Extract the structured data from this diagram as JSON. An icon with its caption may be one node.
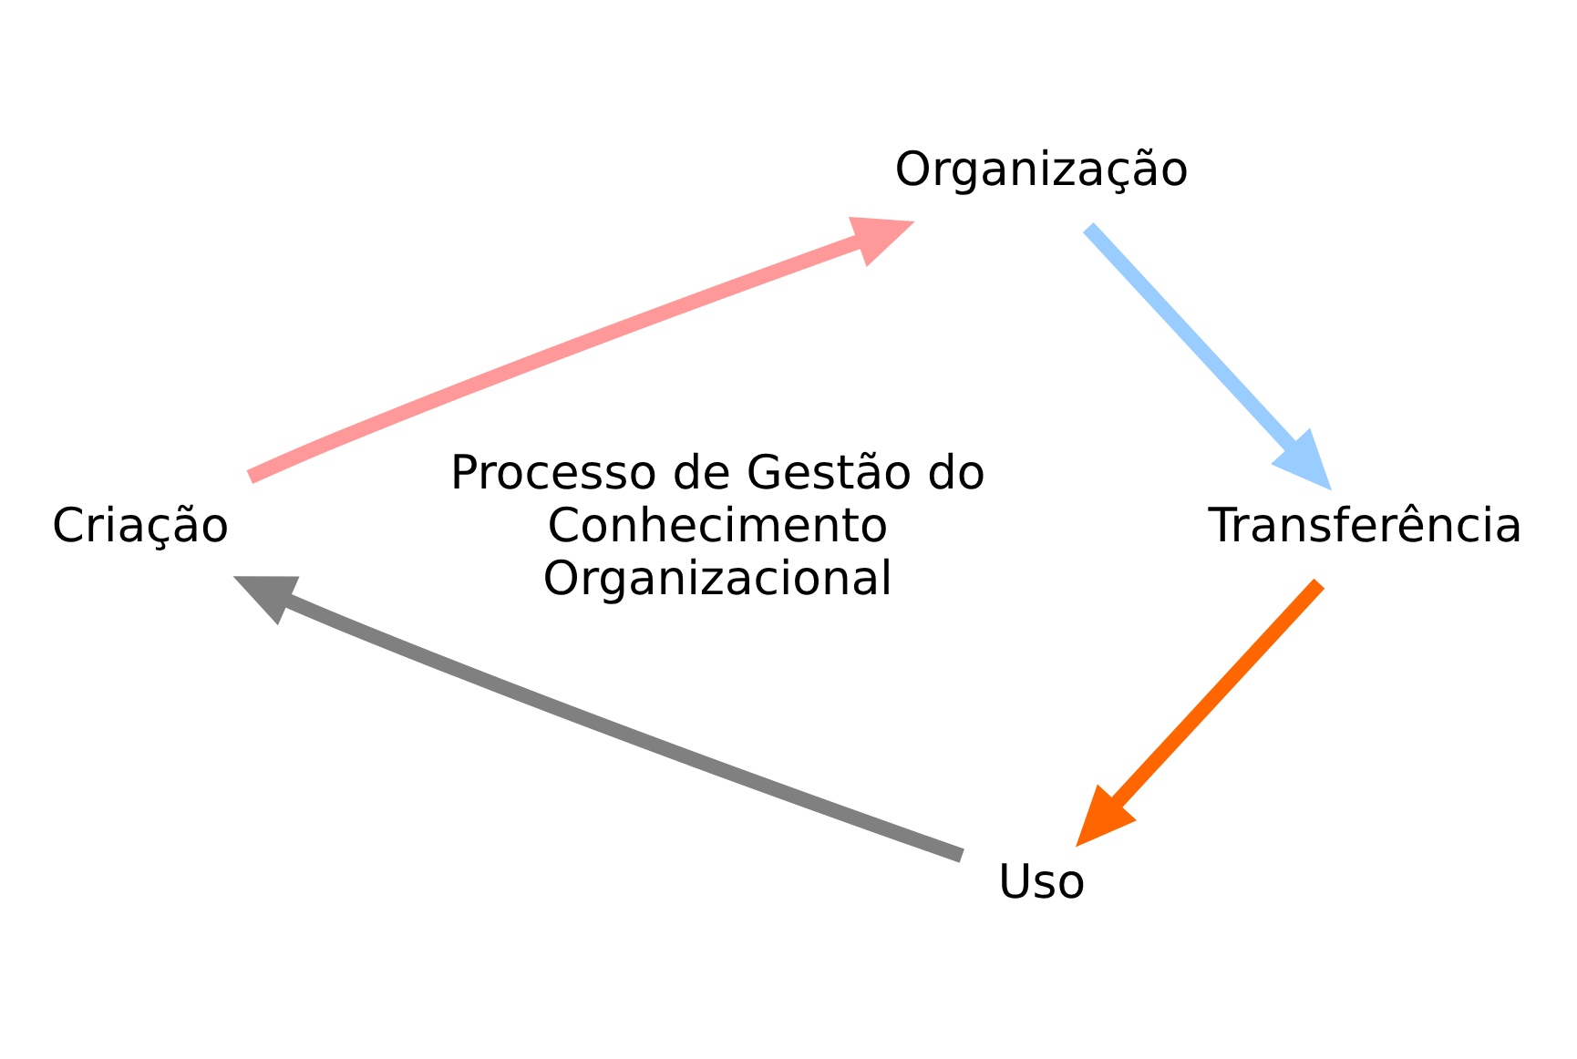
{
  "diagram": {
    "nodes": [
      {
        "text": [
          "Organização"
        ]
      },
      {
        "text": [
          "Transferência"
        ]
      },
      {
        "text": [
          "Uso"
        ]
      },
      {
        "text": [
          "Criação"
        ]
      }
    ],
    "edges": [
      {
        "from": 3,
        "to": 0,
        "arrow": "to",
        "color": "#ff9999"
      },
      {
        "from": 0,
        "to": 1,
        "arrow": "to",
        "color": "#99ccff"
      },
      {
        "from": 1,
        "to": 2,
        "arrow": "to",
        "color": "#ff6600"
      },
      {
        "from": 2,
        "to": 3,
        "arrow": "to",
        "color": "#808080"
      }
    ],
    "labels": [
      "Processo de Gestão do Conhecimento Organizacional"
    ]
  }
}
